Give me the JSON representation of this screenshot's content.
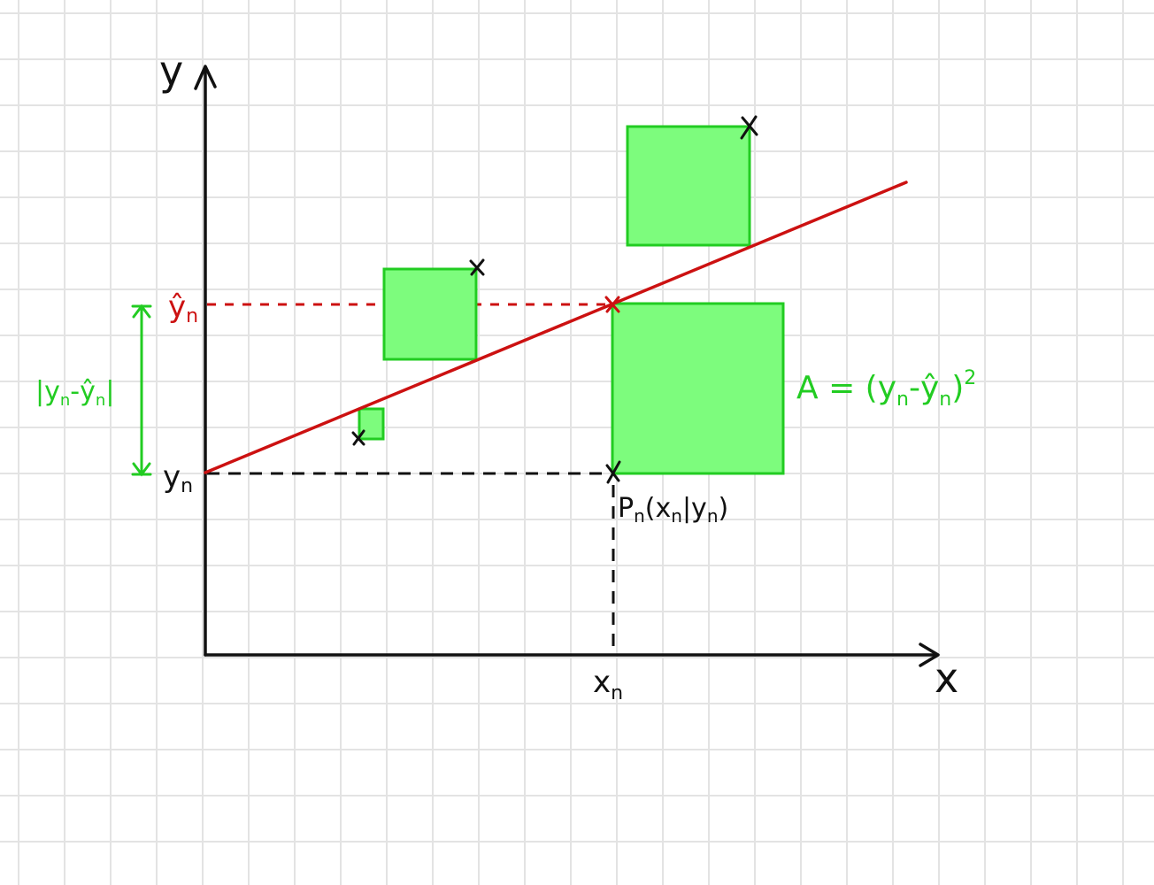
{
  "labels": {
    "y_axis": "y",
    "x_axis": "x",
    "y_hat": "ŷ",
    "y_hat_sub": "n",
    "y_n": "y",
    "y_n_sub": "n",
    "x_n": "x",
    "x_n_sub": "n",
    "point": "P",
    "point_sub": "n",
    "point_coords_open": "(x",
    "point_coords_mid": "|y",
    "point_coords_close": ")",
    "residual": "|y",
    "residual_mid": "-ŷ",
    "residual_close": "|",
    "area": "A = (y",
    "area_mid": "-ŷ",
    "area_close": ")",
    "area_exp": "2",
    "sub_n": "n",
    "marker": "x"
  },
  "colors": {
    "axis": "#111111",
    "regression_line": "#cc1111",
    "square_fill": "#7dfc7d",
    "square_stroke": "#22cc22",
    "residual_arrow": "#22cc22",
    "dashed_black": "#111111",
    "dashed_red": "#cc1111"
  }
}
